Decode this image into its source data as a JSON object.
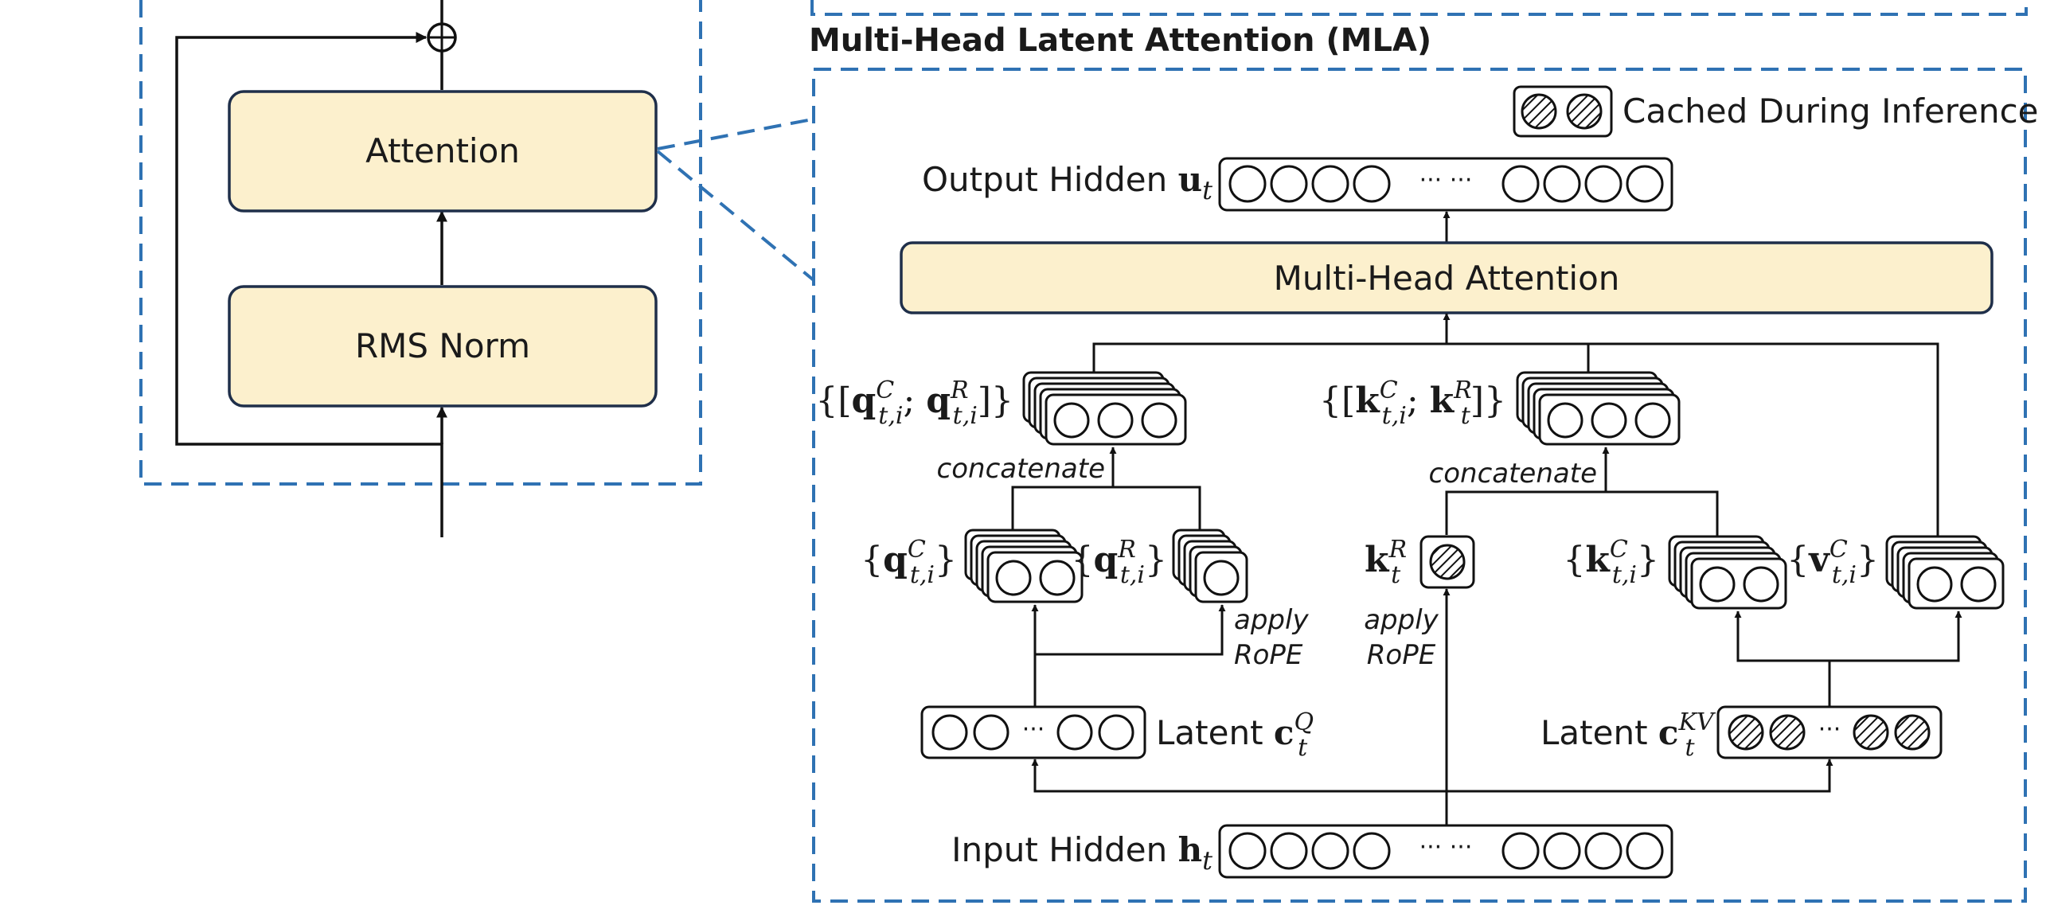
{
  "colors": {
    "block_fill": "#fcf0cd",
    "block_stroke": "#1f2f4a",
    "dash": "#2f72b3",
    "line": "#111111"
  },
  "icons": {
    "sum": "circled-plus-icon",
    "cached": "hatched-circle-icon"
  },
  "left_block": {
    "attention": "Attention",
    "rms_norm": "RMS Norm"
  },
  "mla": {
    "title": "Multi-Head Latent Attention (MLA)",
    "legend": "Cached During Inference",
    "output_hidden": "Output Hidden",
    "output_sym": "u",
    "output_sub": "t",
    "mha": "Multi-Head Attention",
    "input_hidden": "Input Hidden",
    "input_sym": "h",
    "input_sub": "t",
    "ellipsis_dots": "··· ···",
    "latent": "Latent",
    "latent_ellipsis": "···",
    "concatenate": "concatenate",
    "apply": "apply",
    "rope": "RoPE",
    "q_concat": {
      "open": "{[",
      "sym1": "q",
      "sup1": "C",
      "sub1": "t,i",
      "sep": ";",
      "sym2": "q",
      "sup2": "R",
      "sub2": "t,i",
      "close": "]}"
    },
    "k_concat": {
      "open": "{[",
      "sym1": "k",
      "sup1": "C",
      "sub1": "t,i",
      "sep": ";",
      "sym2": "k",
      "sup2": "R",
      "sub2": "t",
      "close": "]}"
    },
    "qC": {
      "open": "{",
      "sym": "q",
      "sup": "C",
      "sub": "t,i",
      "close": "}"
    },
    "qR": {
      "open": "{",
      "sym": "q",
      "sup": "R",
      "sub": "t,i",
      "close": "}"
    },
    "kR": {
      "sym": "k",
      "sup": "R",
      "sub": "t"
    },
    "kC": {
      "open": "{",
      "sym": "k",
      "sup": "C",
      "sub": "t,i",
      "close": "}"
    },
    "vC": {
      "open": "{",
      "sym": "v",
      "sup": "C",
      "sub": "t,i",
      "close": "}"
    },
    "cQ": {
      "sym": "c",
      "sup": "Q",
      "sub": "t"
    },
    "cKV": {
      "sym": "c",
      "sup": "KV",
      "sub": "t"
    }
  }
}
